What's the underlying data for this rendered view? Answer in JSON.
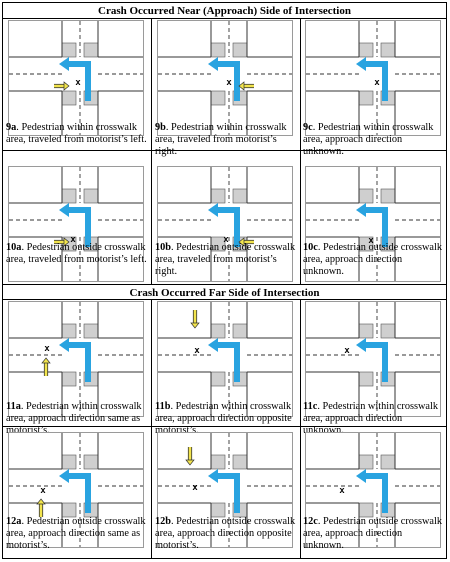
{
  "sections": [
    {
      "title": "Crash Occurred Near (Approach) Side of Intersection"
    },
    {
      "title": "Crash Occurred Far Side of Intersection"
    }
  ],
  "panels": [
    {
      "id": "9a",
      "caption": "Pedestrian within crosswalk area, traveled from motorist’s left."
    },
    {
      "id": "9b",
      "caption": "Pedestrian within crosswalk area, traveled from motorist’s right."
    },
    {
      "id": "9c",
      "caption": "Pedestrian within crosswalk area, approach direction unknown."
    },
    {
      "id": "10a",
      "caption": "Pedestrian outside crosswalk area, traveled from motorist’s left."
    },
    {
      "id": "10b",
      "caption": "Pedestrian outside crosswalk area, traveled from motorist’s right."
    },
    {
      "id": "10c",
      "caption": "Pedestrian outside crosswalk area, approach direction unknown."
    },
    {
      "id": "11a",
      "caption": "Pedestrian within crosswalk area, approach direction same as motorist’s."
    },
    {
      "id": "11b",
      "caption": "Pedestrian within crosswalk area, approach direction opposite motorist’s."
    },
    {
      "id": "11c",
      "caption": "Pedestrian within crosswalk area, approach direction unknown."
    },
    {
      "id": "12a",
      "caption": "Pedestrian outside crosswalk area, approach direction same as motorist’s."
    },
    {
      "id": "12b",
      "caption": "Pedestrian outside crosswalk area, approach direction opposite motorist’s."
    },
    {
      "id": "12c",
      "caption": "Pedestrian outside crosswalk area, approach direction unknown."
    }
  ],
  "marker": "x",
  "colors": {
    "vehicle_path": "#29a3e0",
    "pedestrian_arrow": "#f2e44d",
    "road": "#ffffff",
    "corner": "#cfcfcf"
  }
}
